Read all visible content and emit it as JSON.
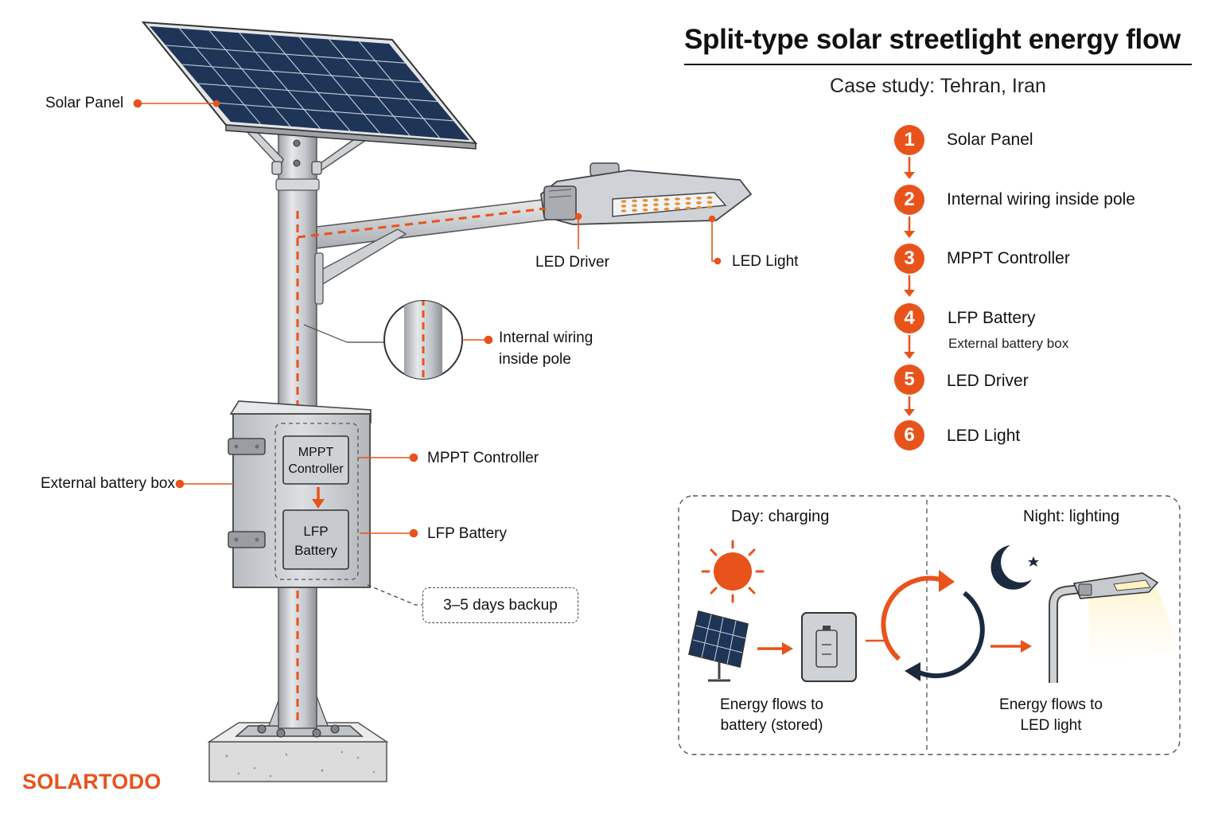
{
  "title": "Split-type solar streetlight energy flow",
  "subtitle": "Case study: Tehran, Iran",
  "brand": "SOLARTODO",
  "colors": {
    "accent": "#e8531c",
    "ink": "#111111",
    "steel": "#c9ccd0",
    "panel_cell": "#1e3557"
  },
  "callouts": {
    "solar_panel": "Solar Panel",
    "led_driver": "LED Driver",
    "led_light": "LED Light",
    "internal_wiring": [
      "Internal wiring",
      "inside pole"
    ],
    "mppt_controller": "MPPT Controller",
    "external_battery_box": "External battery box",
    "lfp_battery": "LFP Battery",
    "backup": "3–5 days backup"
  },
  "battery_box": {
    "mppt": [
      "MPPT",
      "Controller"
    ],
    "lfp": [
      "LFP",
      "Battery"
    ]
  },
  "steps": [
    {
      "num": "1",
      "label": "Solar Panel"
    },
    {
      "num": "2",
      "label": "Internal wiring inside pole"
    },
    {
      "num": "3",
      "label": "MPPT Controller"
    },
    {
      "num": "4",
      "label": "LFP Battery",
      "sub": "External battery box"
    },
    {
      "num": "5",
      "label": "LED Driver"
    },
    {
      "num": "6",
      "label": "LED Light"
    }
  ],
  "cycle": {
    "day_title": "Day: charging",
    "night_title": "Night: lighting",
    "day_caption": [
      "Energy flows to",
      "battery (stored)"
    ],
    "night_caption": [
      "Energy flows to",
      "LED light"
    ]
  },
  "icons": [
    "sun-icon",
    "moon-icon",
    "star-icon",
    "solar-panel-icon",
    "battery-icon",
    "cycle-arrows-icon",
    "streetlight-icon"
  ]
}
